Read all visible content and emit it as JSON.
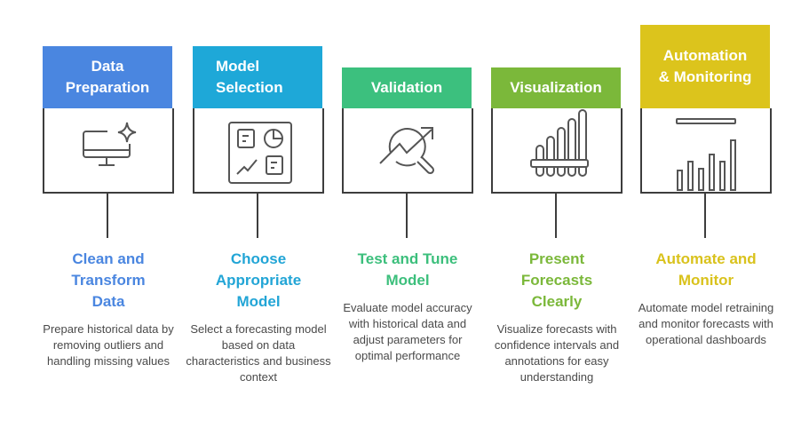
{
  "steps": [
    {
      "header": "Data Preparation",
      "title": "Clean and Transform Data",
      "description": "Prepare historical data by removing outliers and handling missing values",
      "icon": "monitor-sparkle-icon",
      "color": "#4a86e0",
      "title_color": "#4a86e0"
    },
    {
      "header": "Model Selection",
      "title": "Choose Appropriate Model",
      "description": "Select a forecasting model based on data characteristics and business context",
      "icon": "dashboard-widgets-icon",
      "color": "#1ea8d8",
      "title_color": "#22a5d6"
    },
    {
      "header": "Validation",
      "title": "Test and Tune Model",
      "description": "Evaluate model accuracy with historical data and adjust parameters for optimal performance",
      "icon": "magnifier-trend-icon",
      "color": "#3cc07e",
      "title_color": "#3cbf7c"
    },
    {
      "header": "Visualization",
      "title": "Present Forecasts Clearly",
      "description": "Visualize forecasts with confidence intervals and annotations for easy understanding",
      "icon": "pan-flute-bars-icon",
      "color": "#7bb83a",
      "title_color": "#7bb83a"
    },
    {
      "header": "Automation & Monitoring",
      "title": "Automate and Monitor",
      "description": "Automate model retraining and monitor forecasts with operational dashboards",
      "icon": "bar-chart-icon",
      "color": "#dcc41c",
      "title_color": "#d9c21c"
    }
  ]
}
